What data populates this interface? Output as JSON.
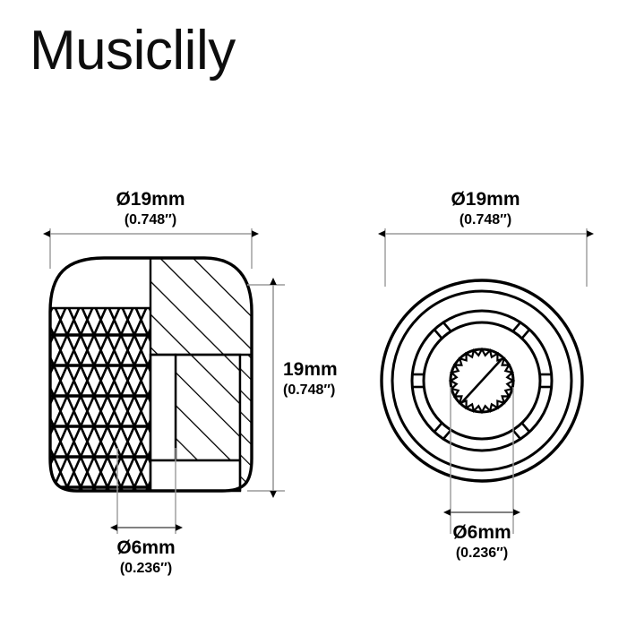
{
  "brand": {
    "title": "Musiclily"
  },
  "drawing": {
    "type": "technical-dimension-drawing",
    "subject": "guitar control knob",
    "views": [
      {
        "name": "side-section-view",
        "position": "left"
      },
      {
        "name": "top-view",
        "position": "right"
      }
    ],
    "line_color": "#000000",
    "dim_line_color": "#808080",
    "background": "#ffffff"
  },
  "dimensions": {
    "side_view": {
      "width": {
        "label": "Ø19mm",
        "sublabel": "(0.748″)",
        "value_mm": 19,
        "value_in": 0.748,
        "orientation": "horizontal",
        "position": "top"
      },
      "height": {
        "label": "19mm",
        "sublabel": "(0.748″)",
        "value_mm": 19,
        "value_in": 0.748,
        "orientation": "vertical",
        "position": "right"
      },
      "bore": {
        "label": "Ø6mm",
        "sublabel": "(0.236″)",
        "value_mm": 6,
        "value_in": 0.236,
        "orientation": "horizontal",
        "position": "bottom"
      }
    },
    "top_view": {
      "outer": {
        "label": "Ø19mm",
        "sublabel": "(0.748″)",
        "value_mm": 19,
        "value_in": 0.748,
        "orientation": "horizontal",
        "position": "top"
      },
      "bore": {
        "label": "Ø6mm",
        "sublabel": "(0.236″)",
        "value_mm": 6,
        "value_in": 0.236,
        "orientation": "horizontal",
        "position": "bottom"
      }
    }
  }
}
